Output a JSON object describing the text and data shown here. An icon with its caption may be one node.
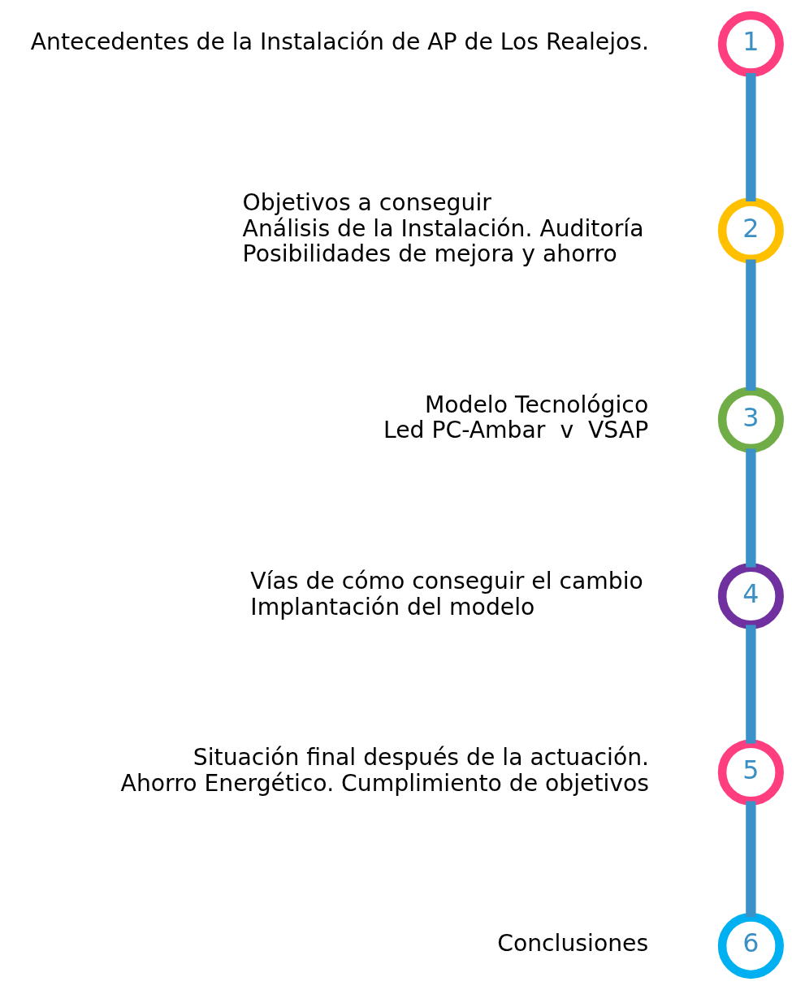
{
  "diagram": {
    "nodes": [
      {
        "text": [
          "1"
        ],
        "beside": [
          "Antecedentes de la Instalación de AP de Los Realejos."
        ]
      },
      {
        "text": [
          "2"
        ],
        "beside": [
          "Objetivos a conseguir",
          "Análisis de la Instalación. Auditoría",
          "Posibilidades de mejora y ahorro"
        ]
      },
      {
        "text": [
          "3"
        ],
        "beside": [
          "Modelo Tecnológico",
          "Led PC-Ambar  v  VSAP"
        ]
      },
      {
        "text": [
          "4"
        ],
        "beside": [
          "Vías de cómo conseguir el cambio",
          "Implantación del modelo"
        ]
      },
      {
        "text": [
          "5"
        ],
        "beside": [
          "Situación final después de la actuación.",
          "Ahorro Energético. Cumplimiento de objetivos"
        ]
      },
      {
        "text": [
          "6"
        ],
        "beside": [
          "Conclusiones"
        ]
      }
    ],
    "edges": [
      {
        "from": 0,
        "to": 1,
        "arrow": "none"
      },
      {
        "from": 1,
        "to": 2,
        "arrow": "none"
      },
      {
        "from": 2,
        "to": 3,
        "arrow": "none"
      },
      {
        "from": 3,
        "to": 4,
        "arrow": "none"
      },
      {
        "from": 4,
        "to": 5,
        "arrow": "none"
      }
    ]
  }
}
